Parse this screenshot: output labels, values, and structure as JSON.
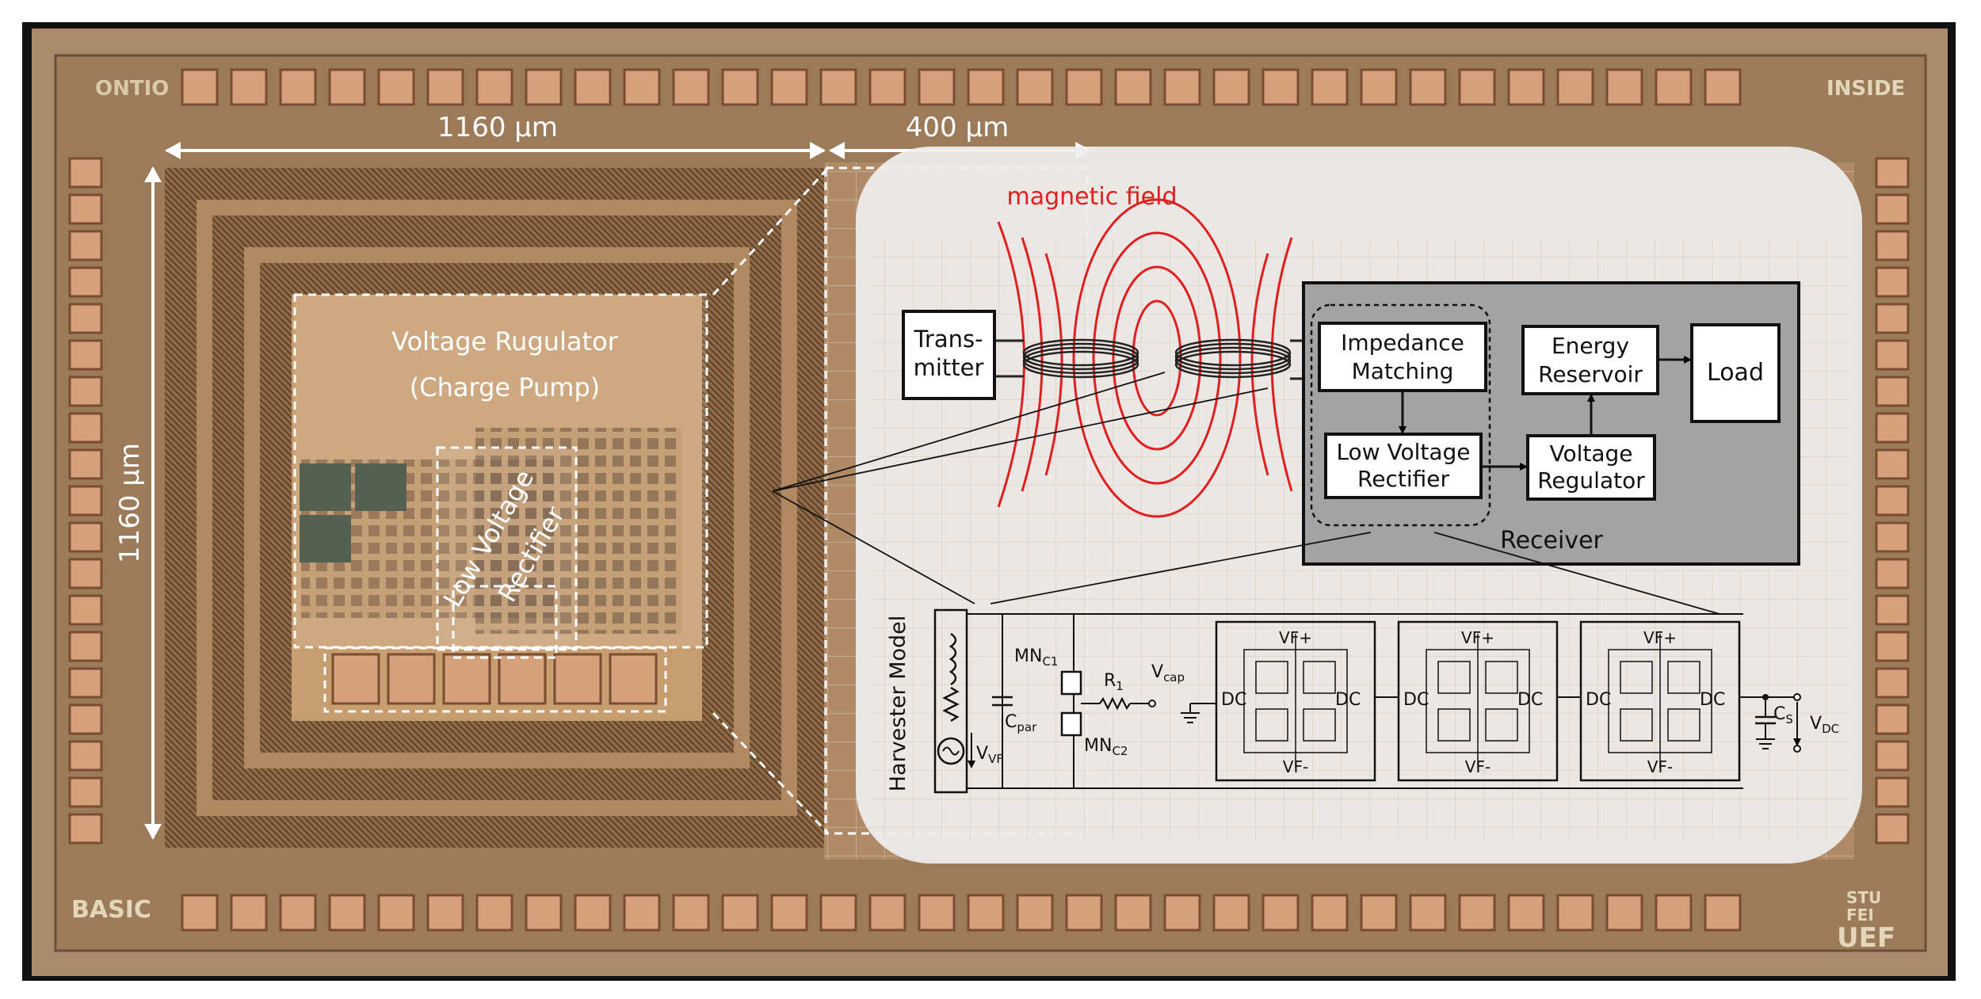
{
  "colors": {
    "die_bg": "#a98a6a",
    "pad": "#d6a07c",
    "pad_edge": "#7a4c30",
    "ring": "#7b5a3e",
    "core": "#c79a6e",
    "field": "#e02020",
    "block_fill": "#ffffff",
    "receiver_fill": "#a3a3a3",
    "overlay": "#eeeeee"
  },
  "chip": {
    "dimension_width_left": "1160 µm",
    "dimension_width_right": "400 µm",
    "dimension_height": "1160 µm",
    "corner_marks": {
      "top_left": "ONTIO",
      "top_right": "INSIDE",
      "bottom_left": "BASIC",
      "bottom_right_1": "STU",
      "bottom_right_2": "FEI",
      "bottom_right_3": "UEF"
    },
    "region_labels": {
      "charge_pump_line1": "Voltage Rugulator",
      "charge_pump_line2": "(Charge Pump)",
      "rectifier_line1": "Low Voltage",
      "rectifier_line2": "Rectifier"
    }
  },
  "block_diagram": {
    "field_label": "magnetic field",
    "transmitter_line1": "Trans-",
    "transmitter_line2": "mitter",
    "impedance_line1": "Impedance",
    "impedance_line2": "Matching",
    "rectifier_line1": "Low Voltage",
    "rectifier_line2": "Rectifier",
    "reservoir_line1": "Energy",
    "reservoir_line2": "Reservoir",
    "regulator_line1": "Voltage",
    "regulator_line2": "Regulator",
    "load": "Load",
    "receiver": "Receiver"
  },
  "schematic": {
    "harvester_model": "Harvester Model",
    "vvf": {
      "main": "V",
      "sub": "VF"
    },
    "cpar": {
      "main": "C",
      "sub": "par"
    },
    "mnc1": {
      "main": "MN",
      "sub": "C1"
    },
    "mnc2": {
      "main": "MN",
      "sub": "C2"
    },
    "r1": {
      "main": "R",
      "sub": "1"
    },
    "vcap": {
      "main": "V",
      "sub": "cap"
    },
    "cs": {
      "main": "C",
      "sub": "S"
    },
    "vdc": {
      "main": "V",
      "sub": "DC"
    },
    "dc": "DC",
    "vf_plus": "VF+",
    "vf_minus": "VF-"
  }
}
